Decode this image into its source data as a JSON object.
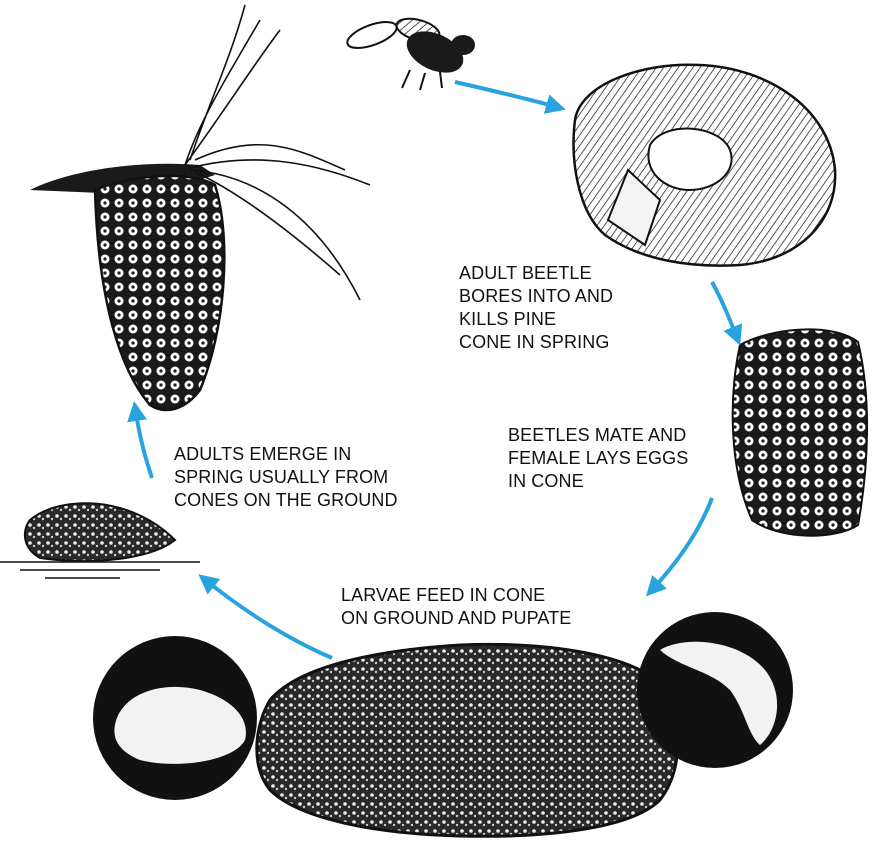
{
  "captions": {
    "stage_1": [
      "ADULT BEETLE",
      "BORES INTO AND",
      "KILLS PINE",
      "CONE IN SPRING"
    ],
    "stage_2": [
      "BEETLES MATE AND",
      "FEMALE LAYS EGGS",
      "IN CONE"
    ],
    "stage_3": [
      "LARVAE FEED IN CONE",
      "ON GROUND AND PUPATE"
    ],
    "stage_4": [
      "ADULTS EMERGE IN",
      "SPRING USUALLY FROM",
      "CONES ON THE GROUND"
    ]
  },
  "colors": {
    "arrow": "#29a3df",
    "ink": "#111111"
  },
  "icons": [
    "beetle-icon",
    "pine-cone-icon",
    "larva-icon",
    "pupa-icon"
  ]
}
